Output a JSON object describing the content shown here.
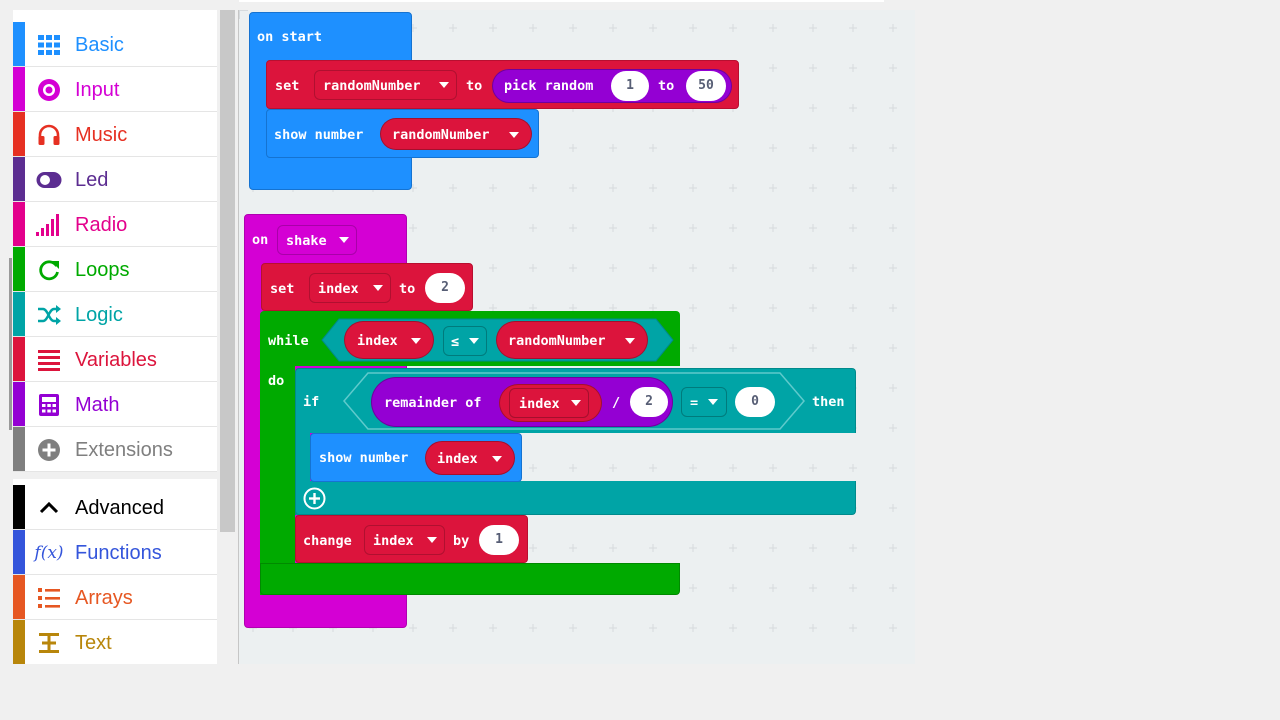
{
  "colors": {
    "basic": "#1e90ff",
    "input": "#d400d4",
    "music": "#e63022",
    "led": "#5c2d91",
    "radio": "#e3008c",
    "loops": "#00aa00",
    "logic": "#00a4a6",
    "variables": "#dc143c",
    "math": "#9400d3",
    "extensions": "#7f7f7f",
    "advanced": "#000000",
    "functions": "#3455db",
    "arrays": "#e65722",
    "text": "#b8860b"
  },
  "toolbox": {
    "items": [
      {
        "label": "Basic",
        "icon": "grid-icon"
      },
      {
        "label": "Input",
        "icon": "target-icon"
      },
      {
        "label": "Music",
        "icon": "headphones-icon"
      },
      {
        "label": "Led",
        "icon": "toggle-icon"
      },
      {
        "label": "Radio",
        "icon": "signal-bars-icon"
      },
      {
        "label": "Loops",
        "icon": "refresh-icon"
      },
      {
        "label": "Logic",
        "icon": "shuffle-icon"
      },
      {
        "label": "Variables",
        "icon": "list-lines-icon"
      },
      {
        "label": "Math",
        "icon": "calculator-icon"
      },
      {
        "label": "Extensions",
        "icon": "plus-circle-icon"
      }
    ],
    "advanced_items": [
      {
        "label": "Advanced",
        "icon": "chevron-up-icon"
      },
      {
        "label": "Functions",
        "icon": "function-icon",
        "glyph": "f(x)"
      },
      {
        "label": "Arrays",
        "icon": "numbered-list-icon"
      },
      {
        "label": "Text",
        "icon": "text-cursor-icon"
      }
    ]
  },
  "blocks": {
    "on_start": {
      "label": "on start",
      "set_kw": "set",
      "set_var": "randomNumber",
      "to_kw": "to",
      "pick_random": "pick random",
      "from": "1",
      "to2": "to",
      "max": "50",
      "show_number": "show number",
      "show_var": "randomNumber"
    },
    "on_shake": {
      "on_kw": "on",
      "event": "shake",
      "set_kw": "set",
      "set_var": "index",
      "to_kw": "to",
      "set_value": "2",
      "while_kw": "while",
      "cond_left": "index",
      "cond_op": "≤",
      "cond_right": "randomNumber",
      "do_kw": "do",
      "if_kw": "if",
      "remainder_of": "remainder of",
      "rem_var": "index",
      "div": "/",
      "divisor": "2",
      "eq_op": "=",
      "eq_value": "0",
      "then_kw": "then",
      "show_number": "show number",
      "show_var": "index",
      "change_kw": "change",
      "change_var": "index",
      "by_kw": "by",
      "by_value": "1"
    }
  }
}
